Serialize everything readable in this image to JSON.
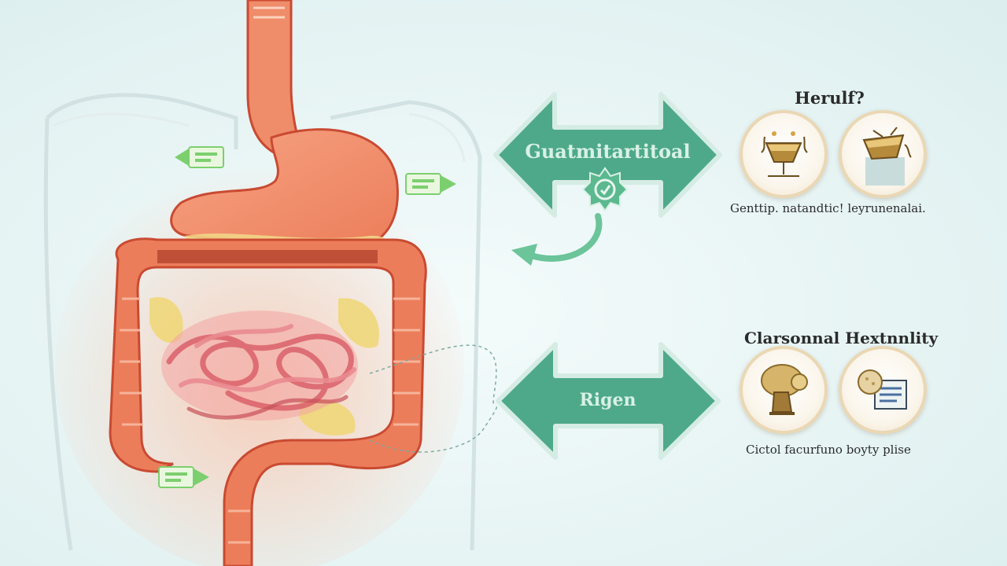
{
  "colors": {
    "accent_green": "#4ea98a",
    "arrow_text": "#d8f1e7",
    "organ_orange": "#ec7d5a",
    "organ_dark": "#c94a32",
    "intestine_pink": "#e8868a",
    "fat_yellow": "#f0d77a",
    "background": "#e7f4f4"
  },
  "top_section": {
    "title": "Herulf?",
    "caption": "Genttip. natandtic! leyrunenalai.",
    "arrow_label": "Guatmitartitoal",
    "icons": [
      "cup-on-stand-icon",
      "tilted-bowl-icon"
    ]
  },
  "bottom_section": {
    "title": "Clarsonnal Hextnnlity",
    "caption": "Cictol facurfuno boyty plise",
    "arrow_label": "Rigen",
    "icons": [
      "mushroom-sponge-icon",
      "document-sponge-icon"
    ]
  },
  "body_tags": [
    "green-tag-icon",
    "green-tag-icon",
    "green-tag-icon"
  ]
}
